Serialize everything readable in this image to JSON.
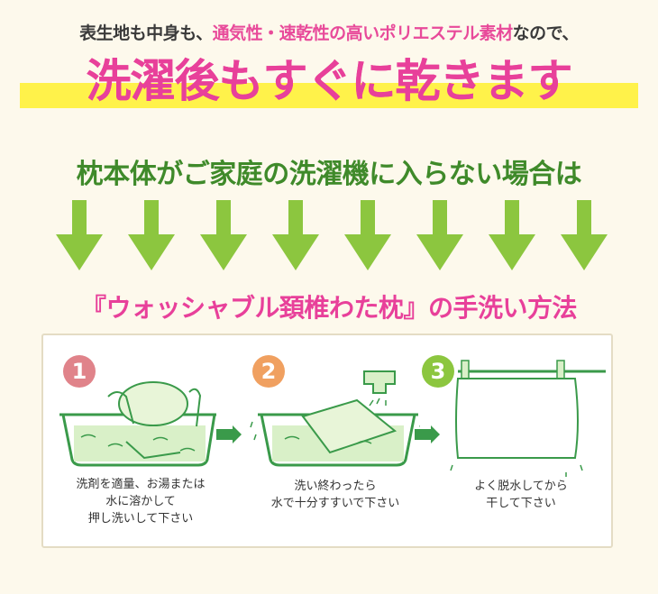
{
  "lead": {
    "part1": "表生地も中身も、",
    "part2": "通気性・速乾性の高いポリエステル素材",
    "part3": "なので、"
  },
  "headline": "洗濯後もすぐに乾きます",
  "subheading": "枕本体がご家庭の洗濯機に入らない場合は",
  "arrows": {
    "count": 8,
    "color": "#8cc63f"
  },
  "method_title": "『ウォッシャブル頚椎わた枕』の手洗い方法",
  "steps": [
    {
      "number": "1",
      "color": "#e0838a",
      "lines": [
        "洗剤を適量、お湯または",
        "水に溶かして",
        "押し洗いして下さい"
      ]
    },
    {
      "number": "2",
      "color": "#f0a060",
      "lines": [
        "洗い終わったら",
        "水で十分すすいで下さい"
      ]
    },
    {
      "number": "3",
      "color": "#8cc63f",
      "lines": [
        "よく脱水してから",
        "干して下さい"
      ]
    }
  ],
  "colors": {
    "pink": "#e8409a",
    "green": "#3f8a2a",
    "yellow": "#fff24a",
    "tub": "#3a9a4a"
  }
}
